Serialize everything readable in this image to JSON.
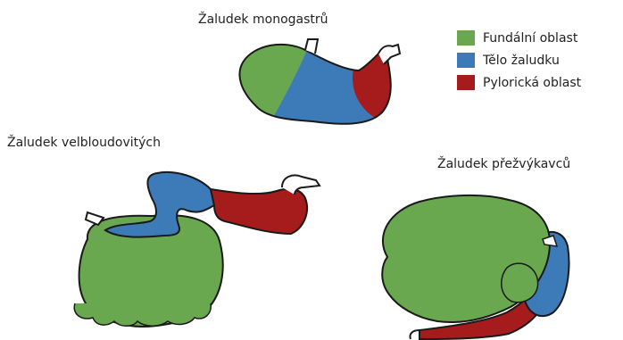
{
  "labels": {
    "monogastric": "Žaludek monogastrů",
    "camelid": "Žaludek velbloudovitých",
    "ruminant": "Žaludek přežvýkavců"
  },
  "legend": [
    {
      "label": "Fundální oblast",
      "color": "#6aa84f"
    },
    {
      "label": "Tělo žaludku",
      "color": "#3d7ab8"
    },
    {
      "label": "Pylorická oblast",
      "color": "#a61c1c"
    }
  ],
  "colors": {
    "fundus": "#6aa84f",
    "body": "#3d7ab8",
    "pylorus": "#a61c1c",
    "outline": "#1a1a1a"
  }
}
